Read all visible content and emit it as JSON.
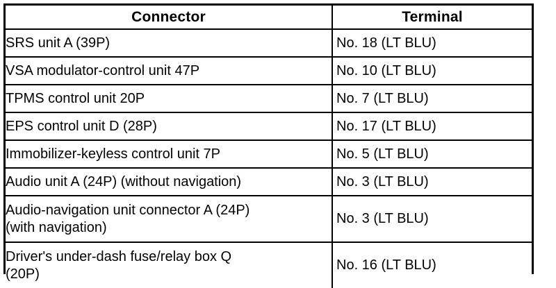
{
  "table": {
    "columns": [
      {
        "key": "connector",
        "label": "Connector",
        "align": "center"
      },
      {
        "key": "terminal",
        "label": "Terminal",
        "align": "center"
      }
    ],
    "rows": [
      {
        "connector": "SRS unit A (39P)",
        "terminal": "No. 18 (LT BLU)",
        "lines": 1
      },
      {
        "connector": "VSA modulator-control unit 47P",
        "terminal": "No. 10 (LT BLU)",
        "lines": 1
      },
      {
        "connector": "TPMS control unit 20P",
        "terminal": "No. 7 (LT BLU)",
        "lines": 1
      },
      {
        "connector": "EPS control unit D (28P)",
        "terminal": "No. 17 (LT BLU)",
        "lines": 1
      },
      {
        "connector": "Immobilizer-keyless control unit 7P",
        "terminal": "No. 5 (LT BLU)",
        "lines": 1
      },
      {
        "connector": "Audio unit A (24P) (without navigation)",
        "terminal": "No. 3 (LT BLU)",
        "lines": 1
      },
      {
        "connector": "Audio-navigation unit connector A (24P)\n(with navigation)",
        "terminal": "No. 3 (LT BLU)",
        "lines": 2
      },
      {
        "connector": "Driver's under-dash fuse/relay box Q\n(20P)",
        "terminal": "No. 16 (LT BLU)",
        "lines": 2
      }
    ]
  },
  "style": {
    "background": "#ffffff",
    "text_color": "#000000",
    "border_color": "#000000"
  }
}
